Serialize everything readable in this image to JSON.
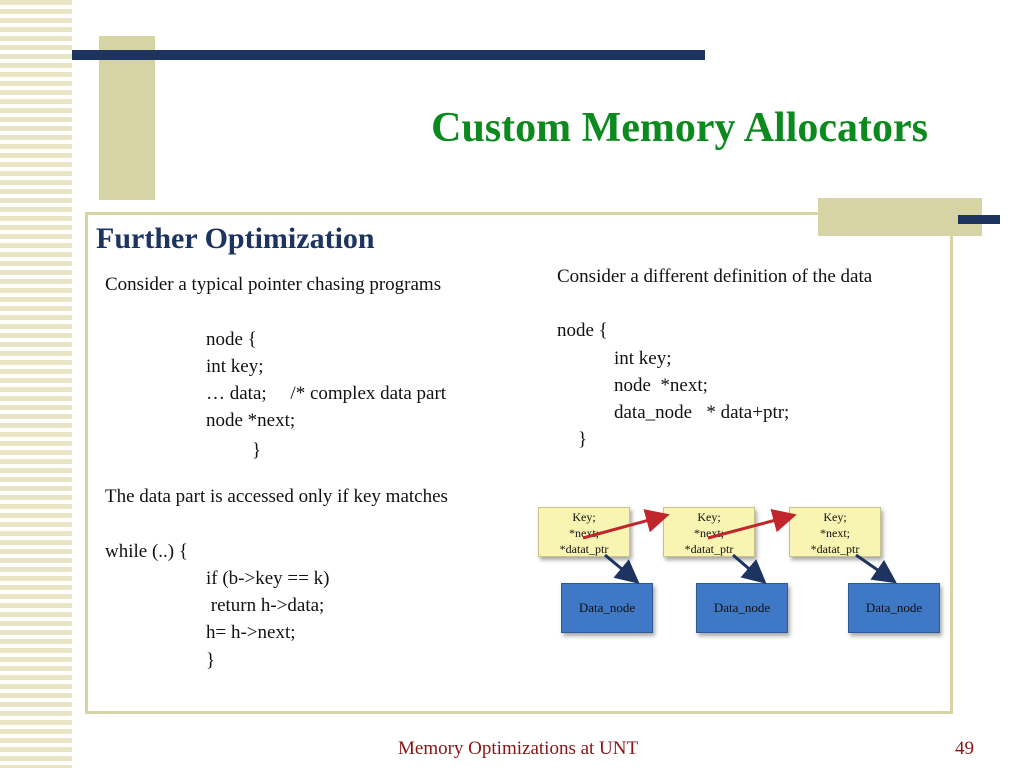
{
  "slide": {
    "title": "Custom Memory Allocators",
    "subtitle": "Further Optimization",
    "footer": "Memory Optimizations at UNT",
    "page_number": "49",
    "colors": {
      "title": "#0d8a1e",
      "subtitle": "#1d3461",
      "footer": "#8b1313",
      "accent_bar": "#1d3461",
      "accent_tan": "#d6d3a5"
    }
  },
  "left_column": {
    "intro": "Consider a typical pointer chasing programs",
    "code1": [
      "node {",
      "int key;",
      "… data;     /* complex data part",
      "node *next;",
      "}"
    ],
    "note": "The data part is accessed only if key matches",
    "code2": [
      "while (..) {",
      "if (b->key == k)",
      " return h->data;",
      "h= h->next;",
      "}"
    ]
  },
  "right_column": {
    "intro": "Consider a different definition of the data",
    "code": [
      "node {",
      "int key;",
      "node  *next;",
      "data_node   * data+ptr;",
      "}"
    ]
  },
  "diagram": {
    "key_nodes": [
      {
        "line1": "Key;",
        "line2": "*next;",
        "line3": "*datat_ptr"
      },
      {
        "line1": "Key;",
        "line2": "*next;",
        "line3": "*datat_ptr"
      },
      {
        "line1": "Key;",
        "line2": "*next;",
        "line3": "*datat_ptr"
      }
    ],
    "data_nodes": [
      "Data_node",
      "Data_node",
      "Data_node"
    ],
    "colors": {
      "key_fill": "#f8f4b2",
      "data_fill": "#3f78c4",
      "next_arrow": "#c0262b",
      "data_arrow": "#1d3461"
    }
  }
}
